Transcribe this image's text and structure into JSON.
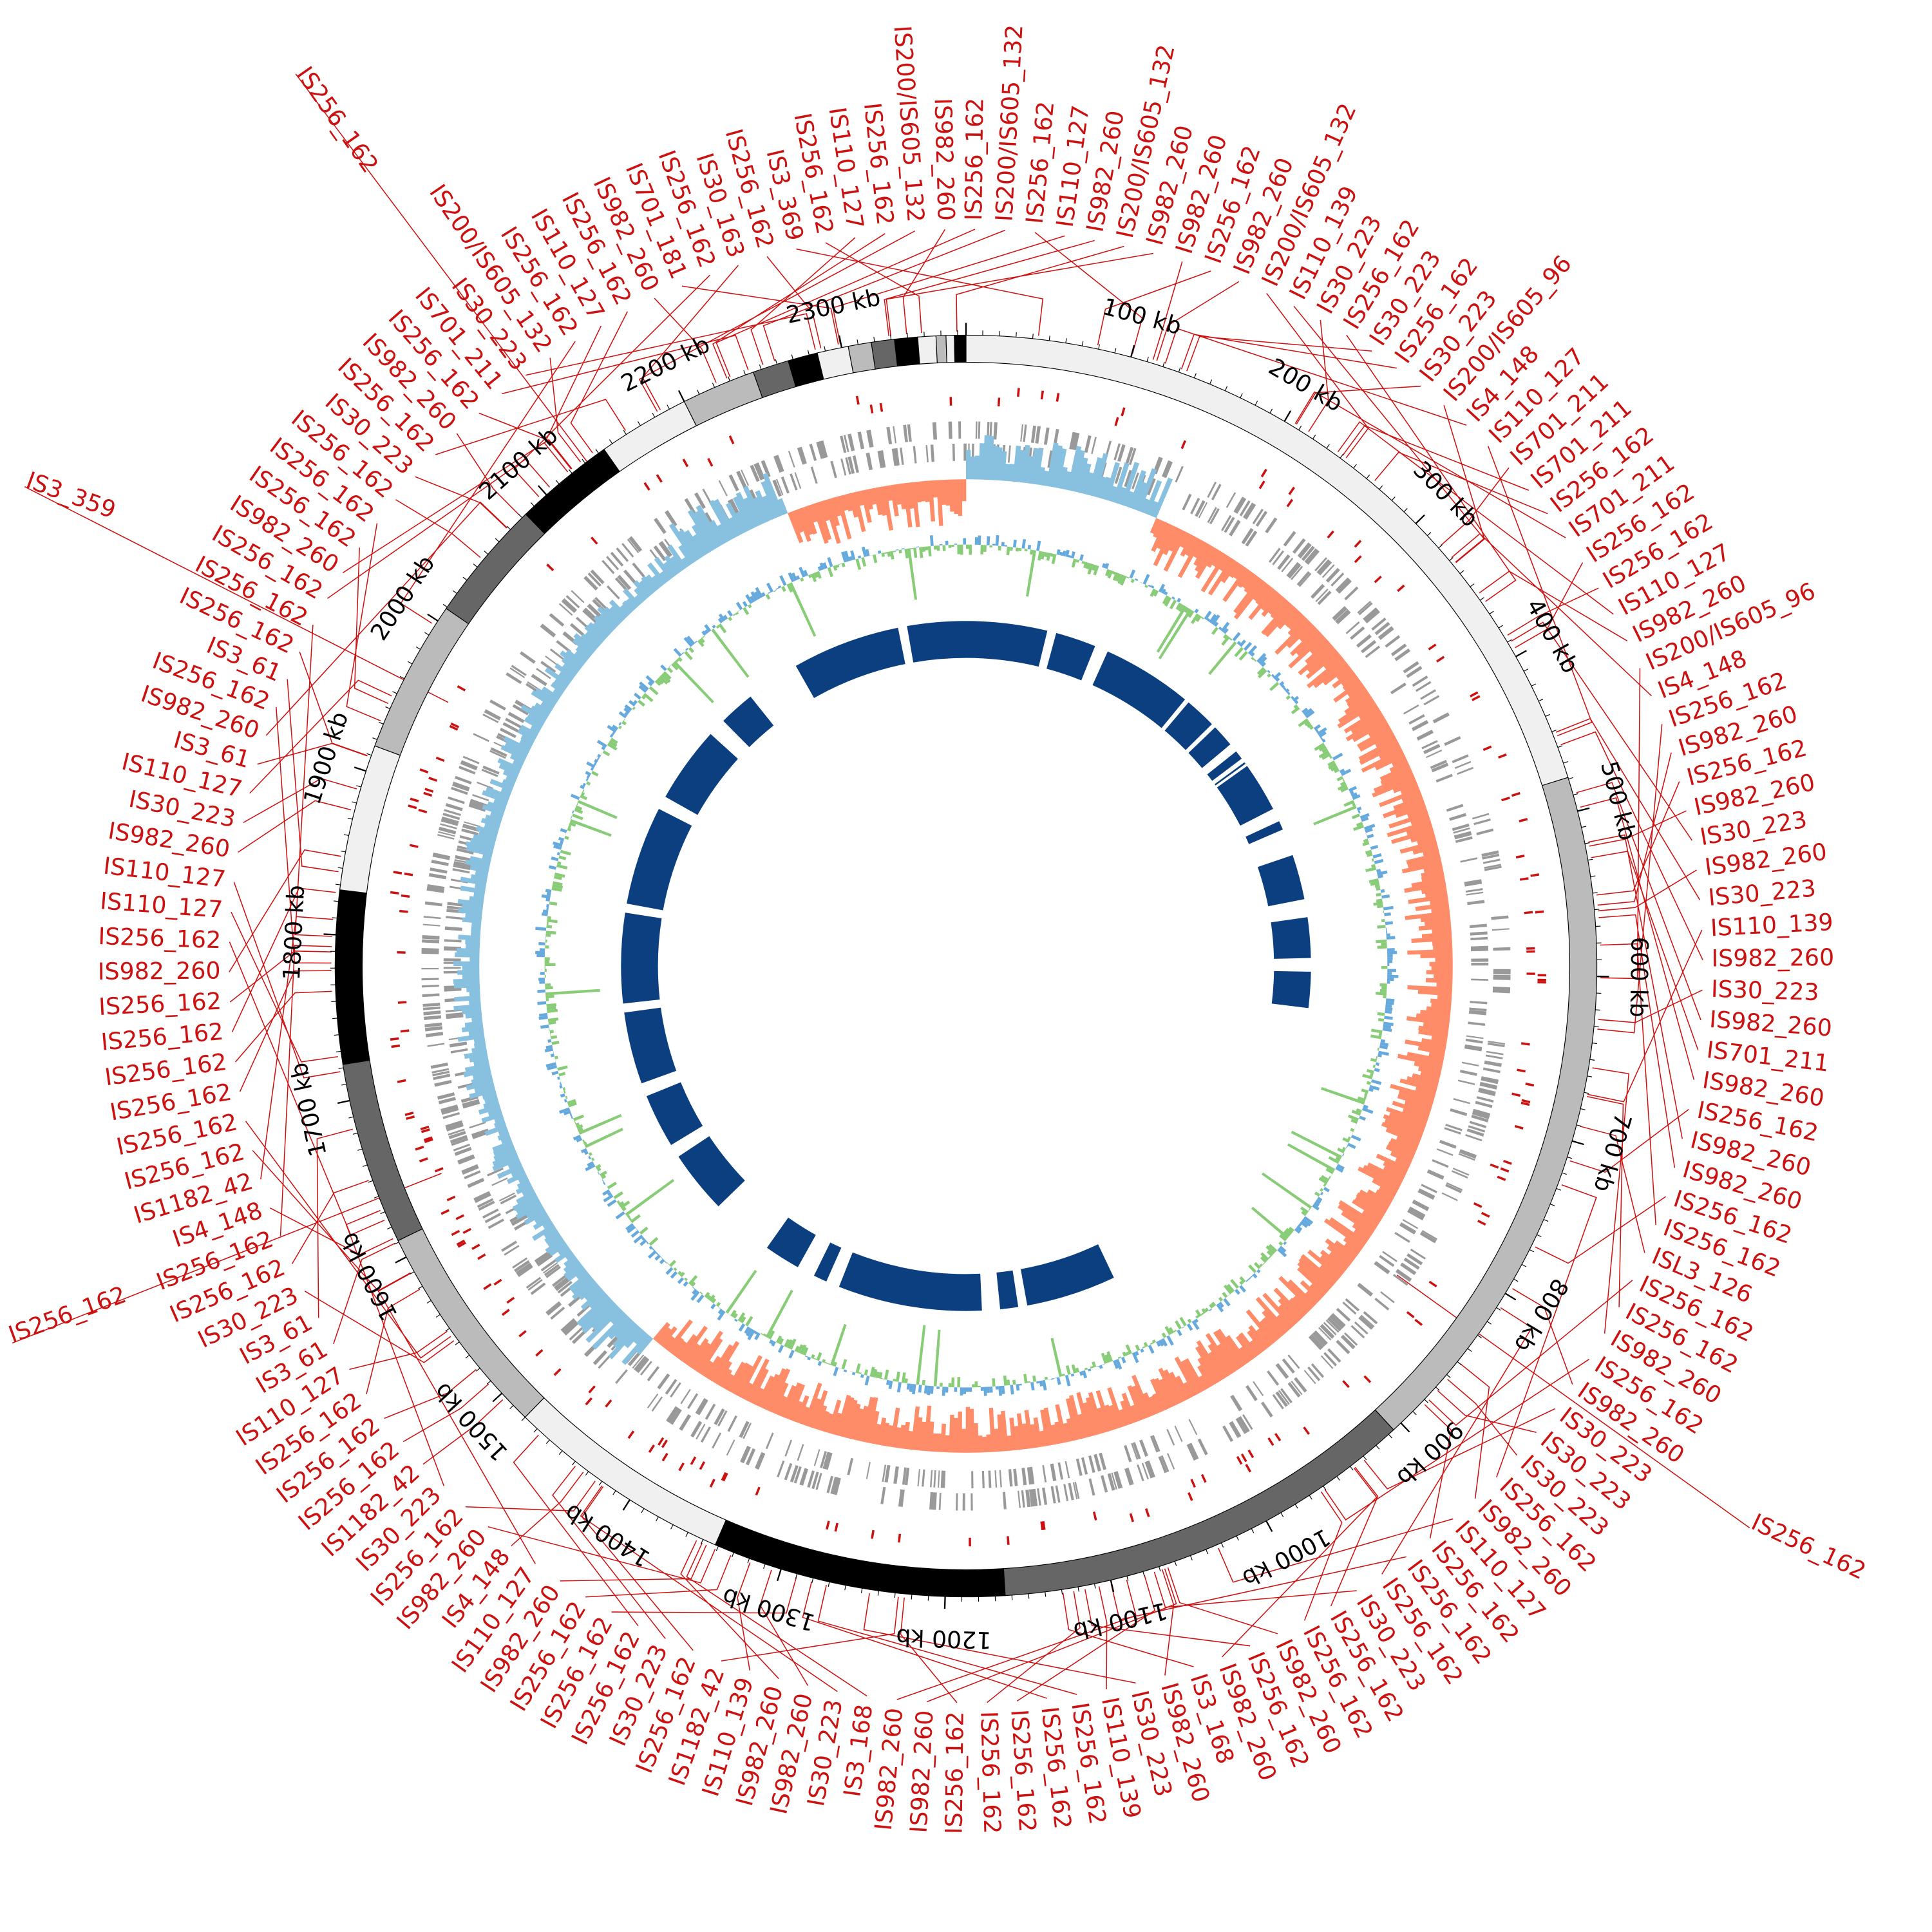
{
  "genome": {
    "length_kb": 2375,
    "tick_labels": [
      "100 kb",
      "200 kb",
      "300 kb",
      "400 kb",
      "500 kb",
      "600 kb",
      "700 kb",
      "800 kb",
      "900 kb",
      "1000 kb",
      "1100 kb",
      "1200 kb",
      "1300 kb",
      "1400 kb",
      "1500 kb",
      "1600 kb",
      "1700 kb",
      "1800 kb",
      "1900 kb",
      "2000 kb",
      "2100 kb",
      "2200 kb",
      "2300 kb"
    ],
    "bands": [
      {
        "start": 0,
        "end": 479,
        "shade": "#f0f0f0"
      },
      {
        "start": 479,
        "end": 906,
        "shade": "#bbbbbb"
      },
      {
        "start": 906,
        "end": 1164,
        "shade": "#666666"
      },
      {
        "start": 1164,
        "end": 1342,
        "shade": "#000000"
      },
      {
        "start": 1342,
        "end": 1480,
        "shade": "#f0f0f0"
      },
      {
        "start": 1480,
        "end": 1611,
        "shade": "#bbbbbb"
      },
      {
        "start": 1611,
        "end": 1722,
        "shade": "#666666"
      },
      {
        "start": 1722,
        "end": 1827,
        "shade": "#000000"
      },
      {
        "start": 1827,
        "end": 1916,
        "shade": "#f0f0f0"
      },
      {
        "start": 1916,
        "end": 2009,
        "shade": "#bbbbbb"
      },
      {
        "start": 2009,
        "end": 2083,
        "shade": "#666666"
      },
      {
        "start": 2083,
        "end": 2144,
        "shade": "#000000"
      },
      {
        "start": 2144,
        "end": 2200,
        "shade": "#f0f0f0"
      },
      {
        "start": 2200,
        "end": 2245,
        "shade": "#bbbbbb"
      },
      {
        "start": 2245,
        "end": 2267,
        "shade": "#666666"
      },
      {
        "start": 2267,
        "end": 2285,
        "shade": "#000000"
      },
      {
        "start": 2285,
        "end": 2304,
        "shade": "#f0f0f0"
      },
      {
        "start": 2304,
        "end": 2318,
        "shade": "#bbbbbb"
      },
      {
        "start": 2318,
        "end": 2332,
        "shade": "#666666"
      },
      {
        "start": 2332,
        "end": 2346,
        "shade": "#000000"
      },
      {
        "start": 2346,
        "end": 2357,
        "shade": "#f0f0f0"
      },
      {
        "start": 2357,
        "end": 2363,
        "shade": "#bbbbbb"
      },
      {
        "start": 2363,
        "end": 2368,
        "shade": "#f0f0f0"
      },
      {
        "start": 2368,
        "end": 2375,
        "shade": "#000000"
      }
    ]
  },
  "colors": {
    "is_label": "#cc1111",
    "gene_track": "#999999",
    "gc_skew_pos": "#ff8c69",
    "gc_skew_neg": "#88c0e0",
    "gc_content_pos": "#88cc77",
    "gc_content_neg": "#66aadd",
    "cluster": "#0b3f7f"
  },
  "is_labels": [
    "IS256_162",
    "IS200/IS605_132",
    "IS256_162",
    "IS110_127",
    "IS982_260",
    "IS200/IS605_132",
    "IS982_260",
    "IS982_260",
    "IS256_162",
    "IS982_260",
    "IS200/IS605_132",
    "IS110_139",
    "IS30_223",
    "IS256_162",
    "IS30_223",
    "IS256_162",
    "IS30_223",
    "IS200/IS605_96",
    "IS4_148",
    "IS110_127",
    "IS701_211",
    "IS701_211",
    "IS256_162",
    "IS701_211",
    "IS256_162",
    "IS256_162",
    "IS110_127",
    "IS982_260",
    "IS200/IS605_96",
    "IS4_148",
    "IS256_162",
    "IS982_260",
    "IS256_162",
    "IS982_260",
    "IS30_223",
    "IS982_260",
    "IS30_223",
    "IS110_139",
    "IS982_260",
    "IS30_223",
    "IS982_260",
    "IS701_211",
    "IS982_260",
    "IS256_162",
    "IS982_260",
    "IS982_260",
    "IS256_162",
    "IS256_162",
    "ISL3_126",
    "IS256_162",
    "IS256_162",
    "IS982_260",
    "IS256_162",
    "IS982_260",
    "IS30_223",
    "IS30_223",
    "IS30_223",
    "IS256_162",
    "IS982_260",
    "IS110_127",
    "IS256_162",
    "IS256_162",
    "IS256_162",
    "IS30_223",
    "IS256_162",
    "IS256_162",
    "IS982_260",
    "IS256_162",
    "IS982_260",
    "IS3_168",
    "IS982_260",
    "IS30_223",
    "IS110_139",
    "IS256_162",
    "IS256_162",
    "IS256_162",
    "IS256_162",
    "IS256_162",
    "IS982_260",
    "IS982_260",
    "IS3_168",
    "IS30_223",
    "IS982_260",
    "IS982_260",
    "IS110_139",
    "IS1182_42",
    "IS256_162",
    "IS30_223",
    "IS256_162",
    "IS256_162",
    "IS256_162",
    "IS982_260",
    "IS110_127",
    "IS4_148",
    "IS982_260",
    "IS256_162",
    "IS30_223",
    "IS1182_42",
    "IS256_162",
    "IS256_162",
    "IS256_162",
    "IS110_127",
    "IS3_61",
    "IS3_61",
    "IS30_223",
    "IS256_162",
    "IS256_162",
    "IS4_148",
    "IS1182_42",
    "IS256_162",
    "IS256_162",
    "IS256_162",
    "IS256_162",
    "IS256_162",
    "IS256_162",
    "IS982_260",
    "IS256_162",
    "IS110_127",
    "IS110_127",
    "IS982_260",
    "IS30_223",
    "IS110_127",
    "IS3_61",
    "IS982_260",
    "IS256_162",
    "IS3_61",
    "IS256_162",
    "IS256_162",
    "IS256_162",
    "IS982_260",
    "IS256_162",
    "IS256_162",
    "IS256_162",
    "IS30_223",
    "IS256_162",
    "IS982_260",
    "IS256_162",
    "IS701_211",
    "IS30_223",
    "IS200/IS605_132",
    "IS256_162",
    "IS110_127",
    "IS256_162",
    "IS982_260",
    "IS701_181",
    "IS256_162",
    "IS30_163",
    "IS256_162",
    "IS3_369",
    "IS256_162",
    "IS110_127",
    "IS256_162",
    "IS200/IS605_132",
    "IS982_260"
  ],
  "outlier_labels": [
    "IS256_162",
    "IS3_359",
    "IS256_162",
    "IS256_162"
  ]
}
